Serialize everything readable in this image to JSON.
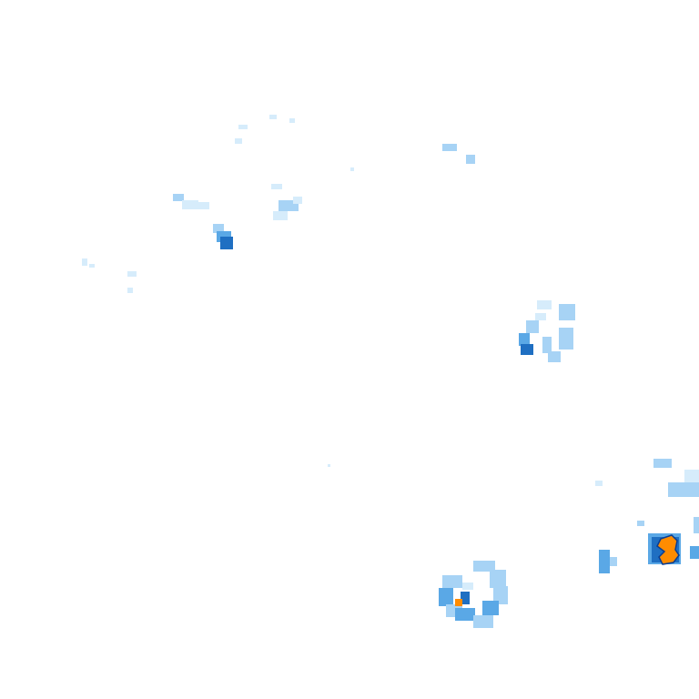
{
  "map": {
    "type": "weather-radar-overlay",
    "background": "#ffffff",
    "intensity_colors": {
      "very_light": "#d6ecfb",
      "light": "#a7d3f5",
      "moderate": "#5aa8e6",
      "heavy": "#1f6fc2",
      "very_heavy": "#ff8c00",
      "outline": "#0b3d91"
    },
    "echoes": [
      {
        "id": "cluster-nw-scatter",
        "intensity": "very_light"
      },
      {
        "id": "cluster-nw-core",
        "intensity": "heavy"
      },
      {
        "id": "cluster-n-small",
        "intensity": "light"
      },
      {
        "id": "cluster-e-ring",
        "intensity": "moderate"
      },
      {
        "id": "cluster-se-ring",
        "intensity": "moderate"
      },
      {
        "id": "cluster-se-cell",
        "intensity": "very_heavy"
      },
      {
        "id": "cluster-far-e",
        "intensity": "light"
      },
      {
        "id": "cluster-w-specks",
        "intensity": "very_light"
      }
    ]
  }
}
